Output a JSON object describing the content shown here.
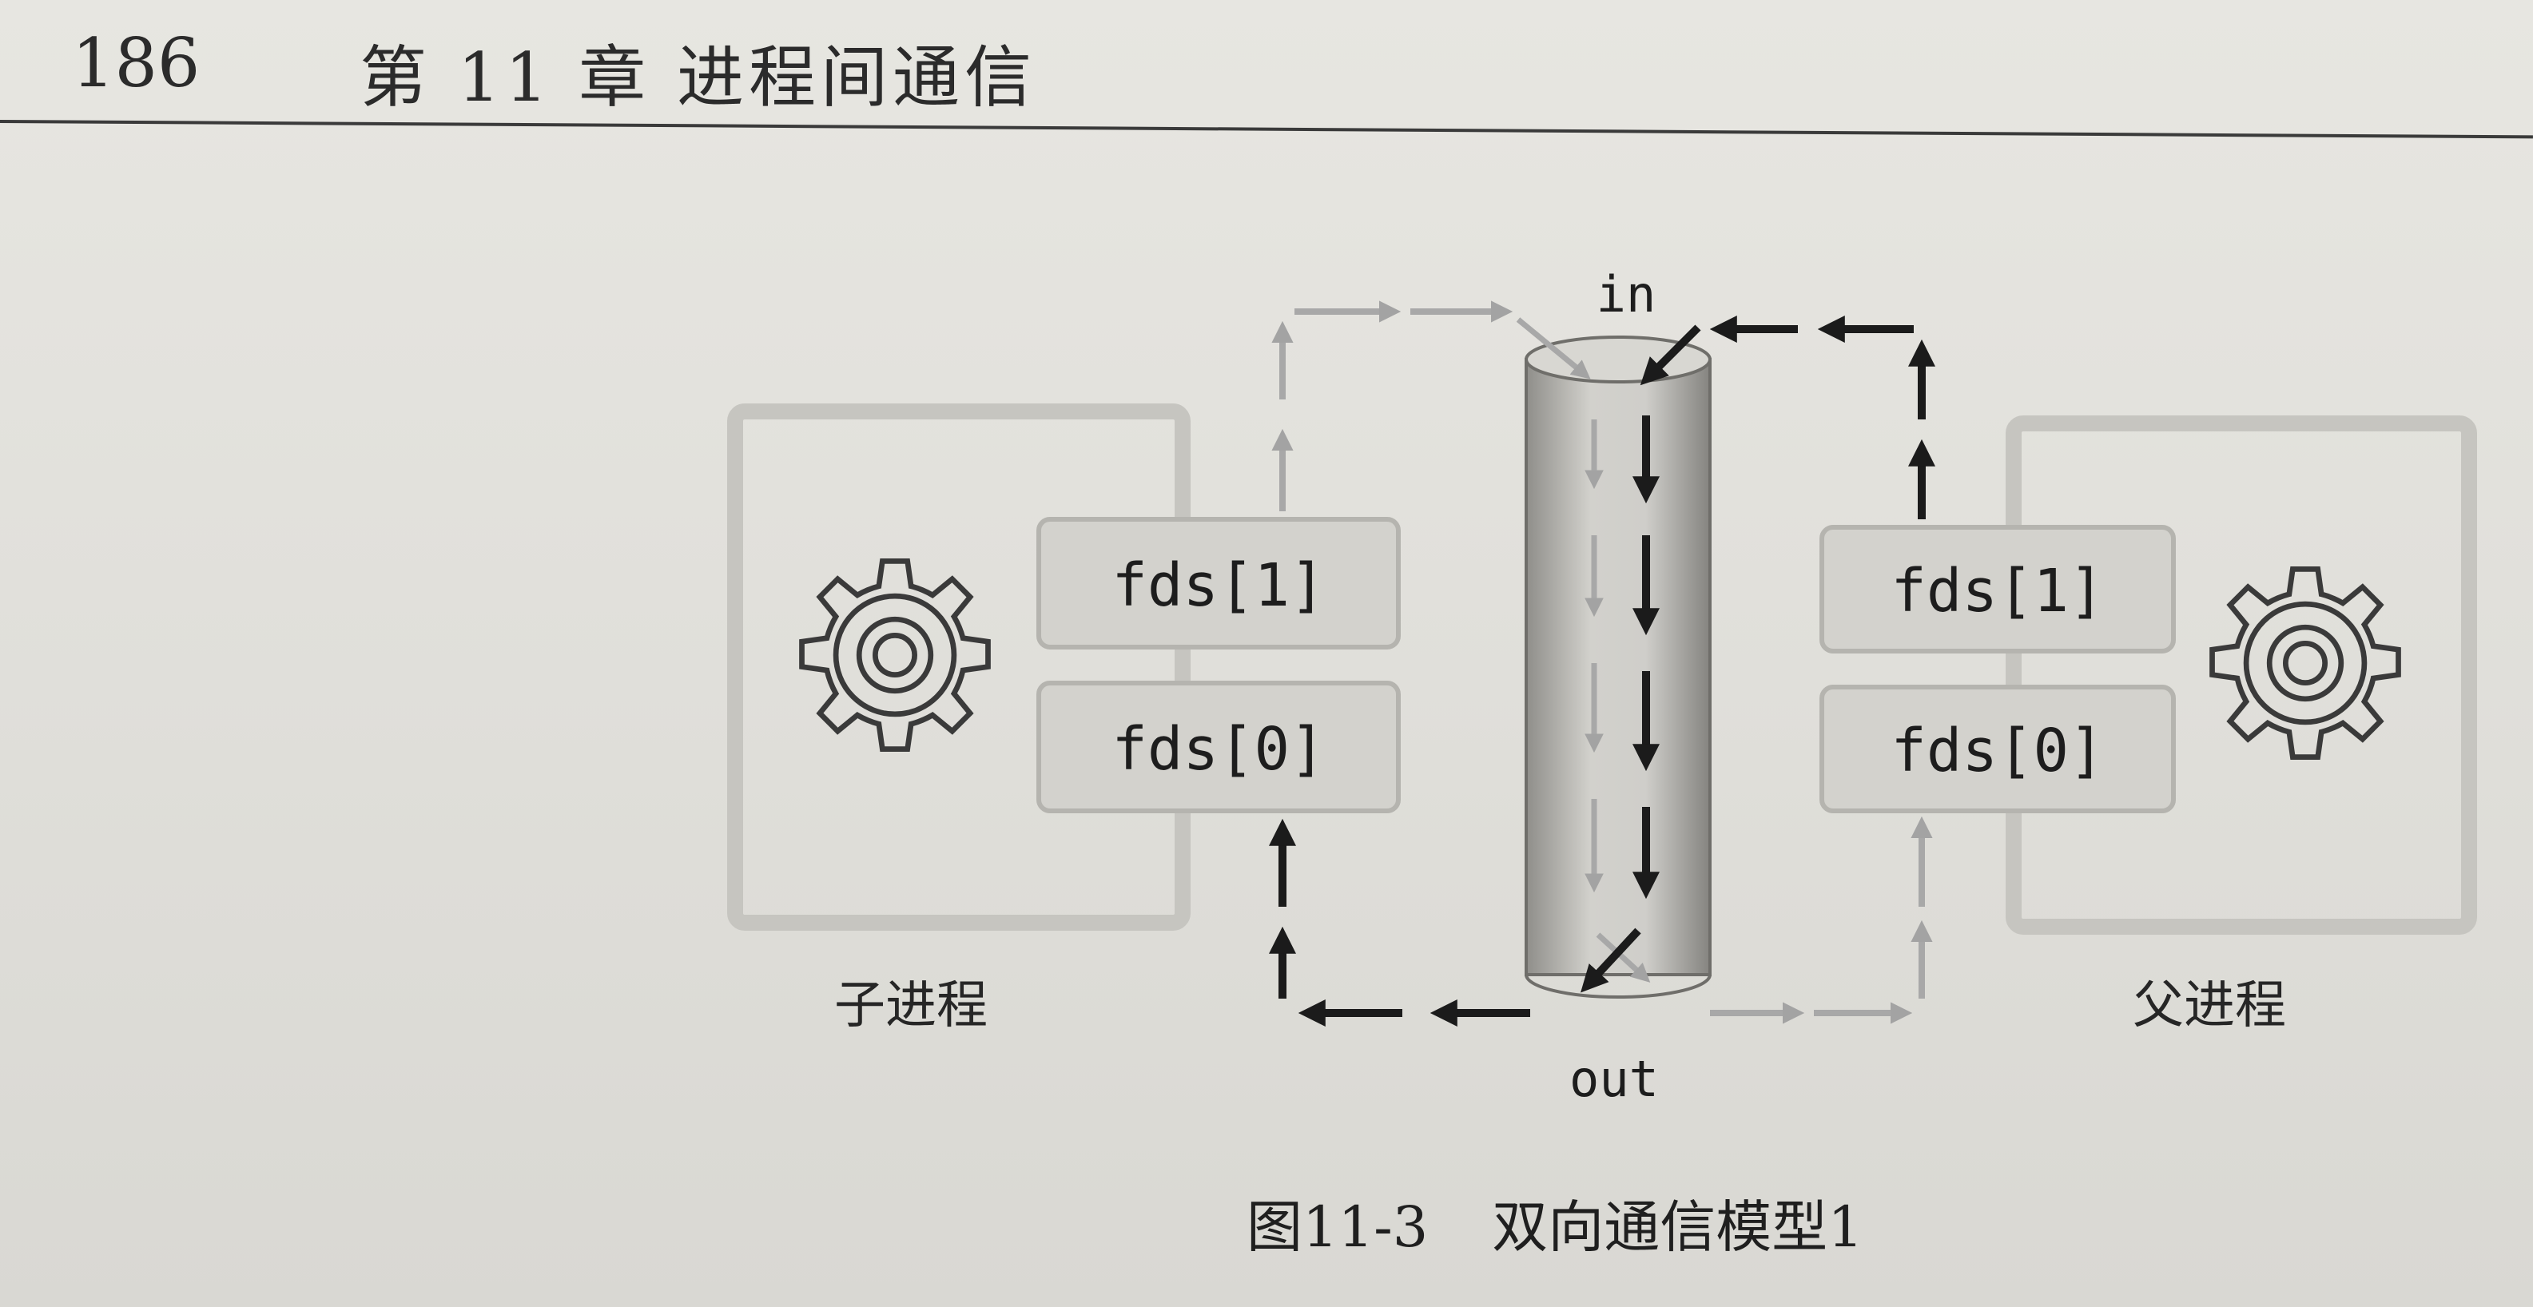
{
  "header": {
    "page_number": "186",
    "chapter_title": "第 11 章   进程间通信"
  },
  "diagram": {
    "child_process": {
      "label": "子进程",
      "write_fd": "fds[1]",
      "read_fd": "fds[0]"
    },
    "parent_process": {
      "label": "父进程",
      "write_fd": "fds[1]",
      "read_fd": "fds[0]"
    },
    "pipe": {
      "in_label": "in",
      "out_label": "out"
    },
    "colors": {
      "active_arrow": "#1b1b1b",
      "faded_arrow": "#9d9d9d",
      "box_fill": "#d2d1cc",
      "box_stroke": "#b3b2ad",
      "frame_stroke": "#c4c3be"
    }
  },
  "caption": {
    "number": "图11-3",
    "title": "双向通信模型1"
  }
}
